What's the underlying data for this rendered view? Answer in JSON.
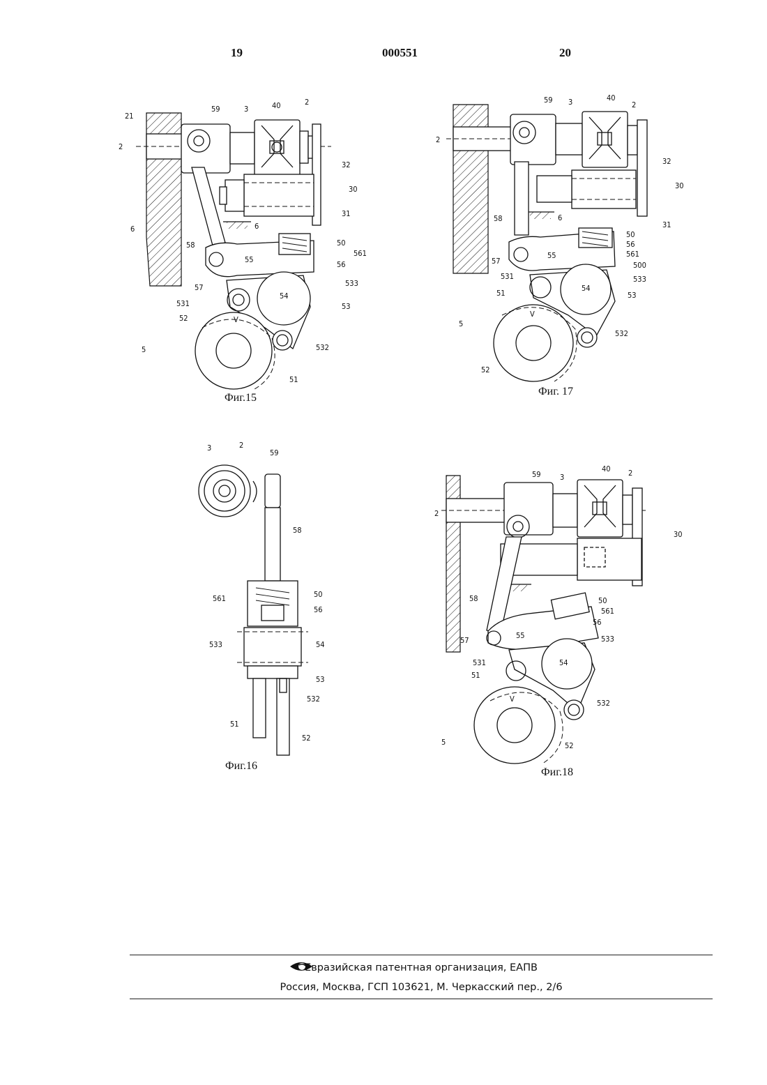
{
  "header": {
    "page_left": "19",
    "doc_number": "000551",
    "page_right": "20"
  },
  "figures": {
    "fig15": {
      "caption": "Фиг.15",
      "labels": [
        "21",
        "2",
        "59",
        "3",
        "40",
        "2",
        "32",
        "30",
        "31",
        "6",
        "6",
        "58",
        "50",
        "561",
        "55",
        "56",
        "57",
        "533",
        "531",
        "54",
        "53",
        "52",
        "V",
        "5",
        "532",
        "51"
      ]
    },
    "fig17": {
      "caption": "Фиг. 17",
      "labels": [
        "2",
        "59",
        "3",
        "40",
        "2",
        "32",
        "30",
        "58",
        "6",
        "31",
        "50",
        "56",
        "561",
        "500",
        "57",
        "55",
        "531",
        "533",
        "54",
        "53",
        "51",
        "5",
        "V",
        "532",
        "52"
      ]
    },
    "fig16": {
      "caption": "Фиг.16",
      "labels": [
        "3",
        "2",
        "59",
        "58",
        "561",
        "50",
        "56",
        "533",
        "54",
        "53",
        "532",
        "51",
        "52"
      ]
    },
    "fig18": {
      "caption": "Фиг.18",
      "labels": [
        "59",
        "3",
        "40",
        "2",
        "2",
        "30",
        "58",
        "50",
        "561",
        "56",
        "57",
        "55",
        "533",
        "531",
        "54",
        "51",
        "532",
        "5",
        "V",
        "52"
      ]
    }
  },
  "footer": {
    "line1": "Евразийская патентная организация, ЕАПВ",
    "line2": "Россия, Москва, ГСП 103621, М. Черкасский пер., 2/6",
    "logo_icon": "eye-logo-icon"
  }
}
